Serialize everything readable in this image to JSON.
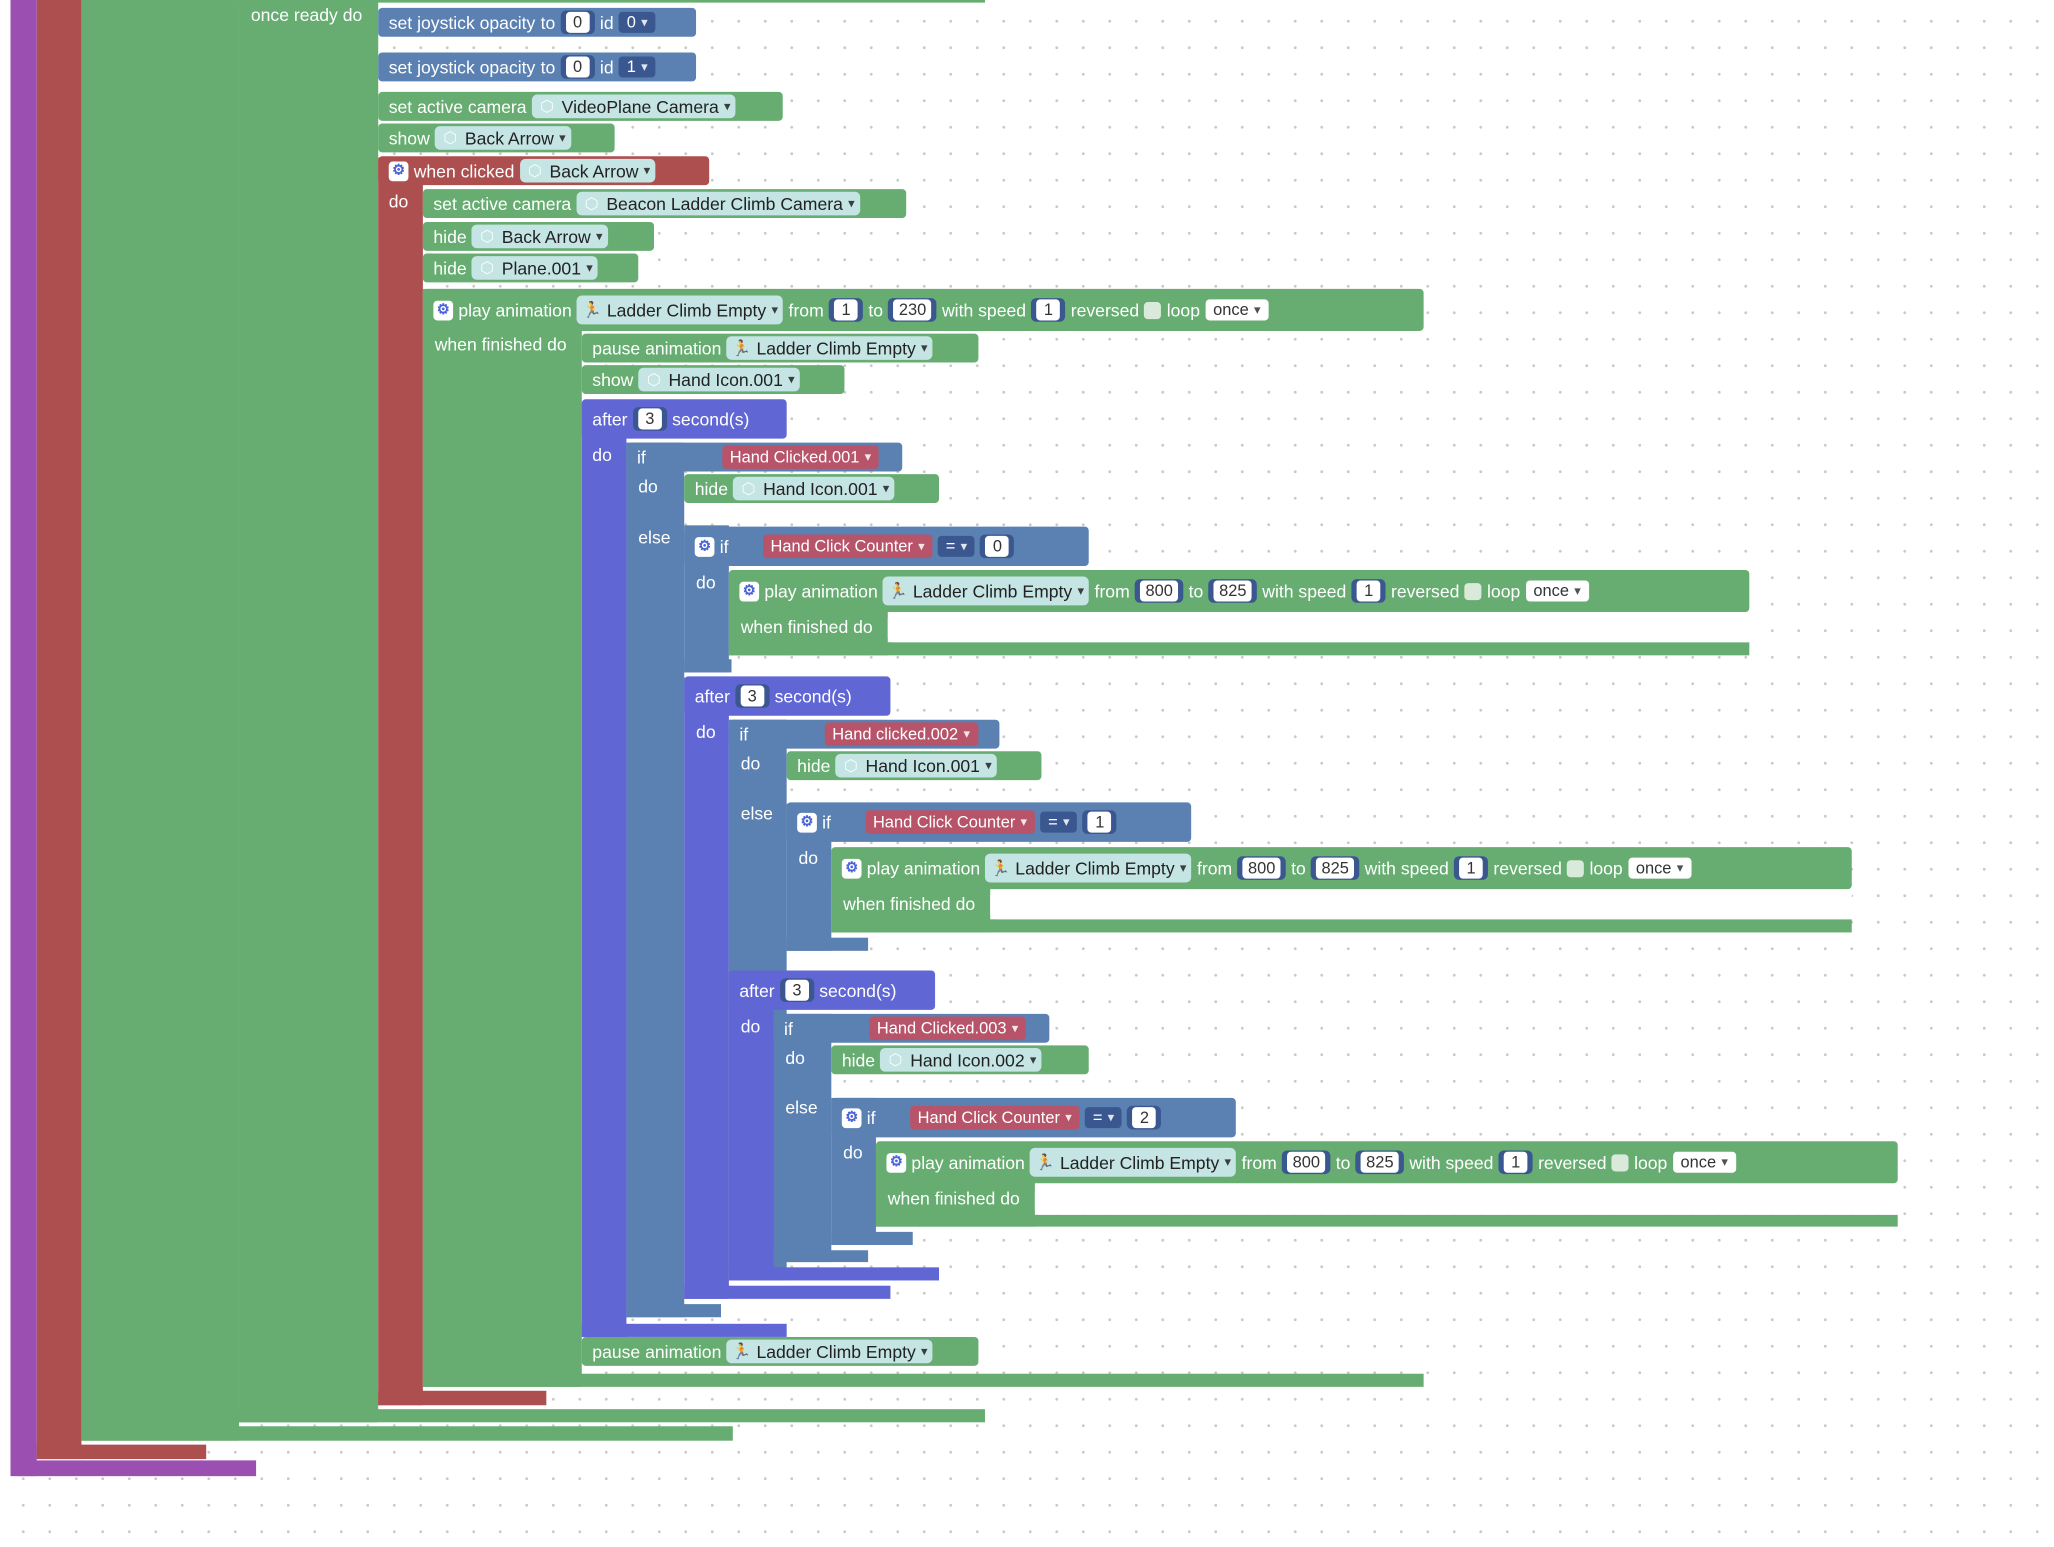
{
  "colors": {
    "event_purple": "#9b50b1",
    "event_red": "#ad4f4f",
    "action_green": "#67ad71",
    "motion_blue": "#5a81b2",
    "flow_indigo": "#6066d4",
    "data_pink": "#b7546a",
    "object_socket": "#c5e4e4",
    "number_socket": "#3b5790"
  },
  "labels": {
    "once_ready_do": "once ready do",
    "set_joystick_opacity": "set joystick opacity",
    "to": "to",
    "id": "id",
    "set_active_camera": "set active camera",
    "show": "show",
    "hide": "hide",
    "when_clicked": "when clicked",
    "do": "do",
    "play_animation": "play animation",
    "from": "from",
    "with_speed": "with speed",
    "reversed": "reversed",
    "loop": "loop",
    "when_finished_do": "when finished do",
    "pause_animation": "pause animation",
    "after": "after",
    "seconds": "second(s)",
    "if": "if",
    "else": "else",
    "equals": "="
  },
  "values": {
    "opacity_0": "0",
    "joystick_id_0": "0",
    "joystick_id_1": "1",
    "videoplane_camera": "VideoPlane Camera",
    "back_arrow": "Back Arrow",
    "beacon_camera": "Beacon Ladder Climb Camera",
    "plane_001": "Plane.001",
    "ladder_climb_empty": "Ladder Climb Empty",
    "from_1": "1",
    "to_230": "230",
    "speed_1": "1",
    "loop_once": "once",
    "hand_icon_001": "Hand Icon.001",
    "hand_icon_002": "Hand Icon.002",
    "delay_3": "3",
    "hand_clicked_001": "Hand Clicked.001",
    "hand_clicked_002": "Hand clicked.002",
    "hand_clicked_003": "Hand Clicked.003",
    "hand_click_counter": "Hand Click Counter",
    "counter_0": "0",
    "counter_1": "1",
    "counter_2": "2",
    "from_800": "800",
    "to_825": "825"
  }
}
